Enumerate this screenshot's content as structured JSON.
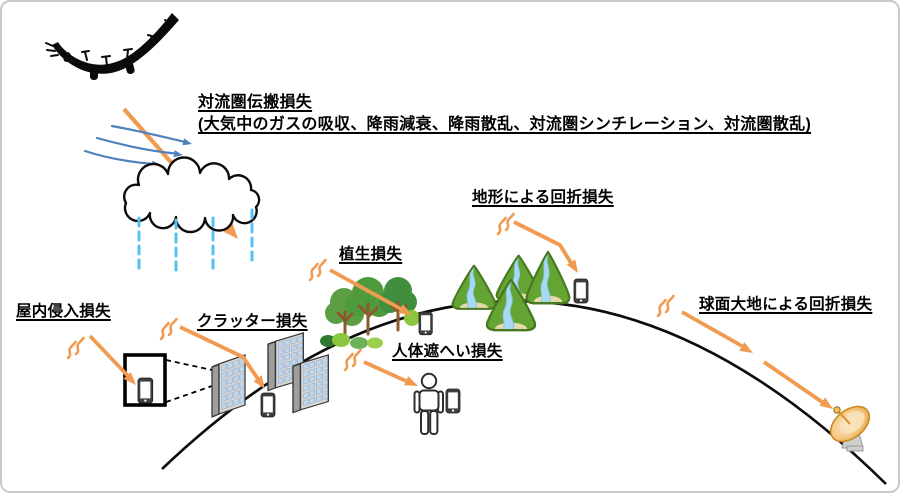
{
  "labels": {
    "tropospheric": {
      "line1": "対流圏伝搬損失",
      "line2": "(大気中のガスの吸収、降雨減衰、降雨散乱、対流圏シンチレーション、対流圏散乱)"
    },
    "indoor": "屋内侵入損失",
    "clutter": "クラッター損失",
    "vegetation": "植生損失",
    "human_body": "人体遮へい損失",
    "terrain_diffraction": "地形による回折損失",
    "spherical_earth_diffraction": "球面大地による回折損失"
  },
  "icons": [
    "haps-aircraft-icon",
    "rain-cloud-icon",
    "rain-dashes-icon",
    "wind-arrows-icon",
    "radio-wave-squiggle-icon",
    "signal-arrow-icon",
    "indoor-room-icon",
    "callout-dashed-lines",
    "building-icon",
    "smartphone-icon",
    "trees-icon",
    "mountains-icon",
    "person-icon",
    "satellite-dish-icon",
    "earth-arc"
  ],
  "colors": {
    "arrow_orange": "#F09B51",
    "wind_blue": "#4F81BD",
    "rain_blue": "#56C1F0",
    "line_black": "#0c0c0c",
    "building_front": "#D8D8D8",
    "building_side": "#9E9E9E",
    "window_blue": "#BDD7EE",
    "mountain_green": "#64A433",
    "mountain_dark": "#49791F",
    "river_blue": "#A9D9F0",
    "shore_tan": "#E6D9AC",
    "trunk_brown": "#8C5A2B",
    "background": "#FFFFFF",
    "border_gray": "#C9C9C9"
  }
}
